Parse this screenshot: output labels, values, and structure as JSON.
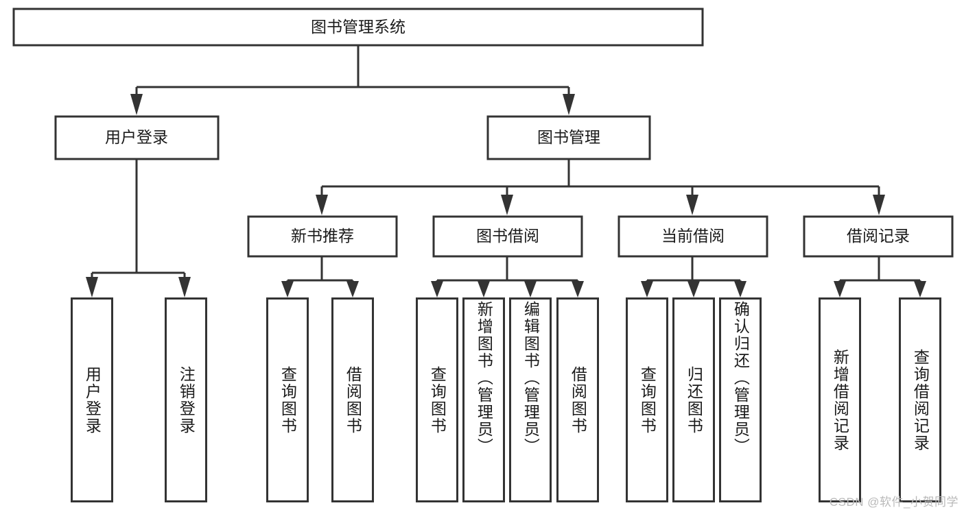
{
  "diagram": {
    "type": "hierarchy-tree",
    "title": "图书管理系统",
    "watermark": "CSDN @软件_小贺同学",
    "root": {
      "id": "root",
      "label": "图书管理系统"
    },
    "level2": [
      {
        "id": "user-login",
        "label": "用户登录"
      },
      {
        "id": "book-manage",
        "label": "图书管理"
      }
    ],
    "level3": [
      {
        "id": "new-book-recommend",
        "label": "新书推荐",
        "parent": "book-manage"
      },
      {
        "id": "book-borrow",
        "label": "图书借阅",
        "parent": "book-manage"
      },
      {
        "id": "current-borrow",
        "label": "当前借阅",
        "parent": "book-manage"
      },
      {
        "id": "borrow-record",
        "label": "借阅记录",
        "parent": "book-manage"
      }
    ],
    "leaves": {
      "user-login": [
        {
          "id": "leaf-user-login",
          "label": "用户登录"
        },
        {
          "id": "leaf-user-logout",
          "label": "注销登录"
        }
      ],
      "new-book-recommend": [
        {
          "id": "leaf-query-book-1",
          "label": "查询图书"
        },
        {
          "id": "leaf-borrow-book-1",
          "label": "借阅图书"
        }
      ],
      "book-borrow": [
        {
          "id": "leaf-query-book-2",
          "label": "查询图书"
        },
        {
          "id": "leaf-add-book",
          "label": "新增图书（管理员）"
        },
        {
          "id": "leaf-edit-book",
          "label": "编辑图书（管理员）"
        },
        {
          "id": "leaf-borrow-book-2",
          "label": "借阅图书"
        }
      ],
      "current-borrow": [
        {
          "id": "leaf-query-book-3",
          "label": "查询图书"
        },
        {
          "id": "leaf-return-book",
          "label": "归还图书"
        },
        {
          "id": "leaf-confirm-return",
          "label": "确认归还（管理员）"
        }
      ],
      "borrow-record": [
        {
          "id": "leaf-add-record",
          "label": "新增借阅记录"
        },
        {
          "id": "leaf-query-record",
          "label": "查询借阅记录"
        }
      ]
    },
    "colors": {
      "stroke": "#333333",
      "fill": "#ffffff",
      "text": "#1a1a1a",
      "watermark": "#b9b9b9"
    }
  }
}
